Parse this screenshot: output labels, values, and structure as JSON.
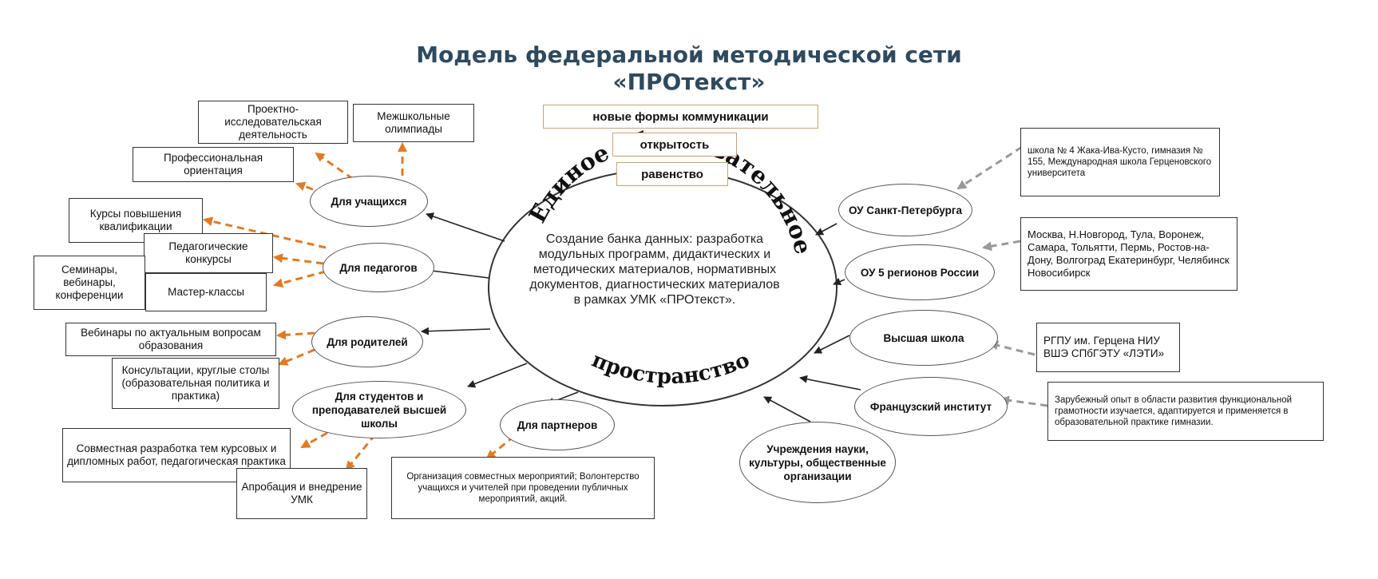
{
  "title": {
    "line1": "Модель федеральной методической сети",
    "line2": "«ПРОтекст»"
  },
  "values": {
    "v1": "новые формы коммуникации",
    "v2": "открытость",
    "v3": "равенство"
  },
  "center": {
    "arc_top": "Единое образовательное",
    "arc_bottom": "пространство",
    "text": "Создание банка данных: разработка модульных программ, дидактических и методических материалов, нормативных документов, диагностических материалов в рамках УМК «ПРОтекст»."
  },
  "nodes": {
    "students": "Для учащихся",
    "teachers": "Для педагогов",
    "parents": "Для родителей",
    "university": "Для студентов и преподавателей высшей школы",
    "partners": "Для партнеров",
    "spb": "ОУ Санкт-Петербурга",
    "regions": "ОУ 5 регионов России",
    "higher": "Высшая школа",
    "french": "Французский институт",
    "culture": "Учреждения науки, культуры, общественные организации"
  },
  "boxes": {
    "project": "Проектно-исследовательская деятельность",
    "olymp": "Межшкольные олимпиады",
    "prof": "Профессиональная ориентация",
    "courses": "Курсы повышения квалификации",
    "contests": "Педагогические конкурсы",
    "seminars": "Семинары, вебинары, конференции",
    "master": "Мастер-классы",
    "webinars": "Вебинары по актуальным вопросам образования",
    "consult": "Консультации, круглые столы (образовательная политика и практика)",
    "joint": "Совместная разработка тем курсовых и дипломных работ, педагогическая практика",
    "approb": "Апробация и внедрение УМК",
    "events": "Организация совместных мероприятий; Волонтерство учащихся и учителей при проведении публичных мероприятий, акций.",
    "schools": "школа № 4 Жака-Ива-Кусто, гимназия № 155, Международная школа Герценовского университета",
    "cities": "Москва, Н.Новгород, Тула, Воронеж, Самара, Тольятти, Пермь, Ростов-на-Дону, Волгоград Екатеринбург, Челябинск Новосибирск",
    "unis": "РГПУ им. Герцена НИУ ВШЭ СПбГЭТУ «ЛЭТИ»",
    "foreign": "Зарубежный опыт в области развития функциональной грамотности изучается, адаптируется и применяется в образовательной практике гимназии."
  }
}
